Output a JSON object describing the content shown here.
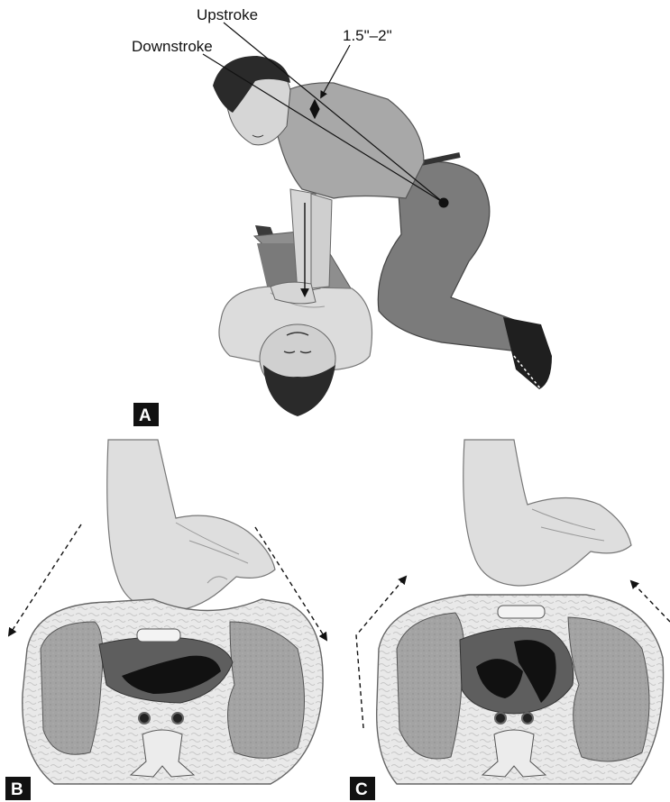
{
  "labels": {
    "upstroke": "Upstroke",
    "downstroke": "Downstroke",
    "depth": "1.5\"–2\""
  },
  "panels": {
    "a": "A",
    "b": "B",
    "c": "C"
  },
  "colors": {
    "skin": "#d9d9d9",
    "shirt": "#a9a9a9",
    "pants": "#7d7d7d",
    "hair": "#2a2a2a",
    "lung": "#9a9a9a",
    "heart_chamber": "#1a1a1a",
    "fat": "#e6e6e6"
  }
}
